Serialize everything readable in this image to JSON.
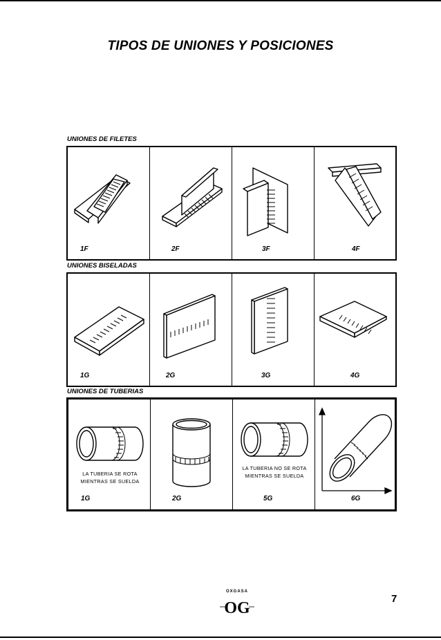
{
  "title": "TIPOS DE UNIONES Y POSICIONES",
  "sections": {
    "filetes": {
      "label": "UNIONES DE FILETES",
      "codes": [
        "1F",
        "2F",
        "3F",
        "4F"
      ]
    },
    "biseladas": {
      "label": "UNIONES BISELADAS",
      "codes": [
        "1G",
        "2G",
        "3G",
        "4G"
      ]
    },
    "tuberias": {
      "label": "UNIONES DE TUBERIAS",
      "codes": [
        "1G",
        "2G",
        "5G",
        "6G"
      ],
      "note_rota": "LA TUBERIA SE ROTA MIENTRAS SE SUELDA",
      "note_no_rota": "LA TUBERIA NO SE ROTA MIENTRAS SE SUELDA"
    }
  },
  "footer": {
    "logo_text": "OXGASA",
    "logo_mark": "OG",
    "page_number": "7"
  }
}
